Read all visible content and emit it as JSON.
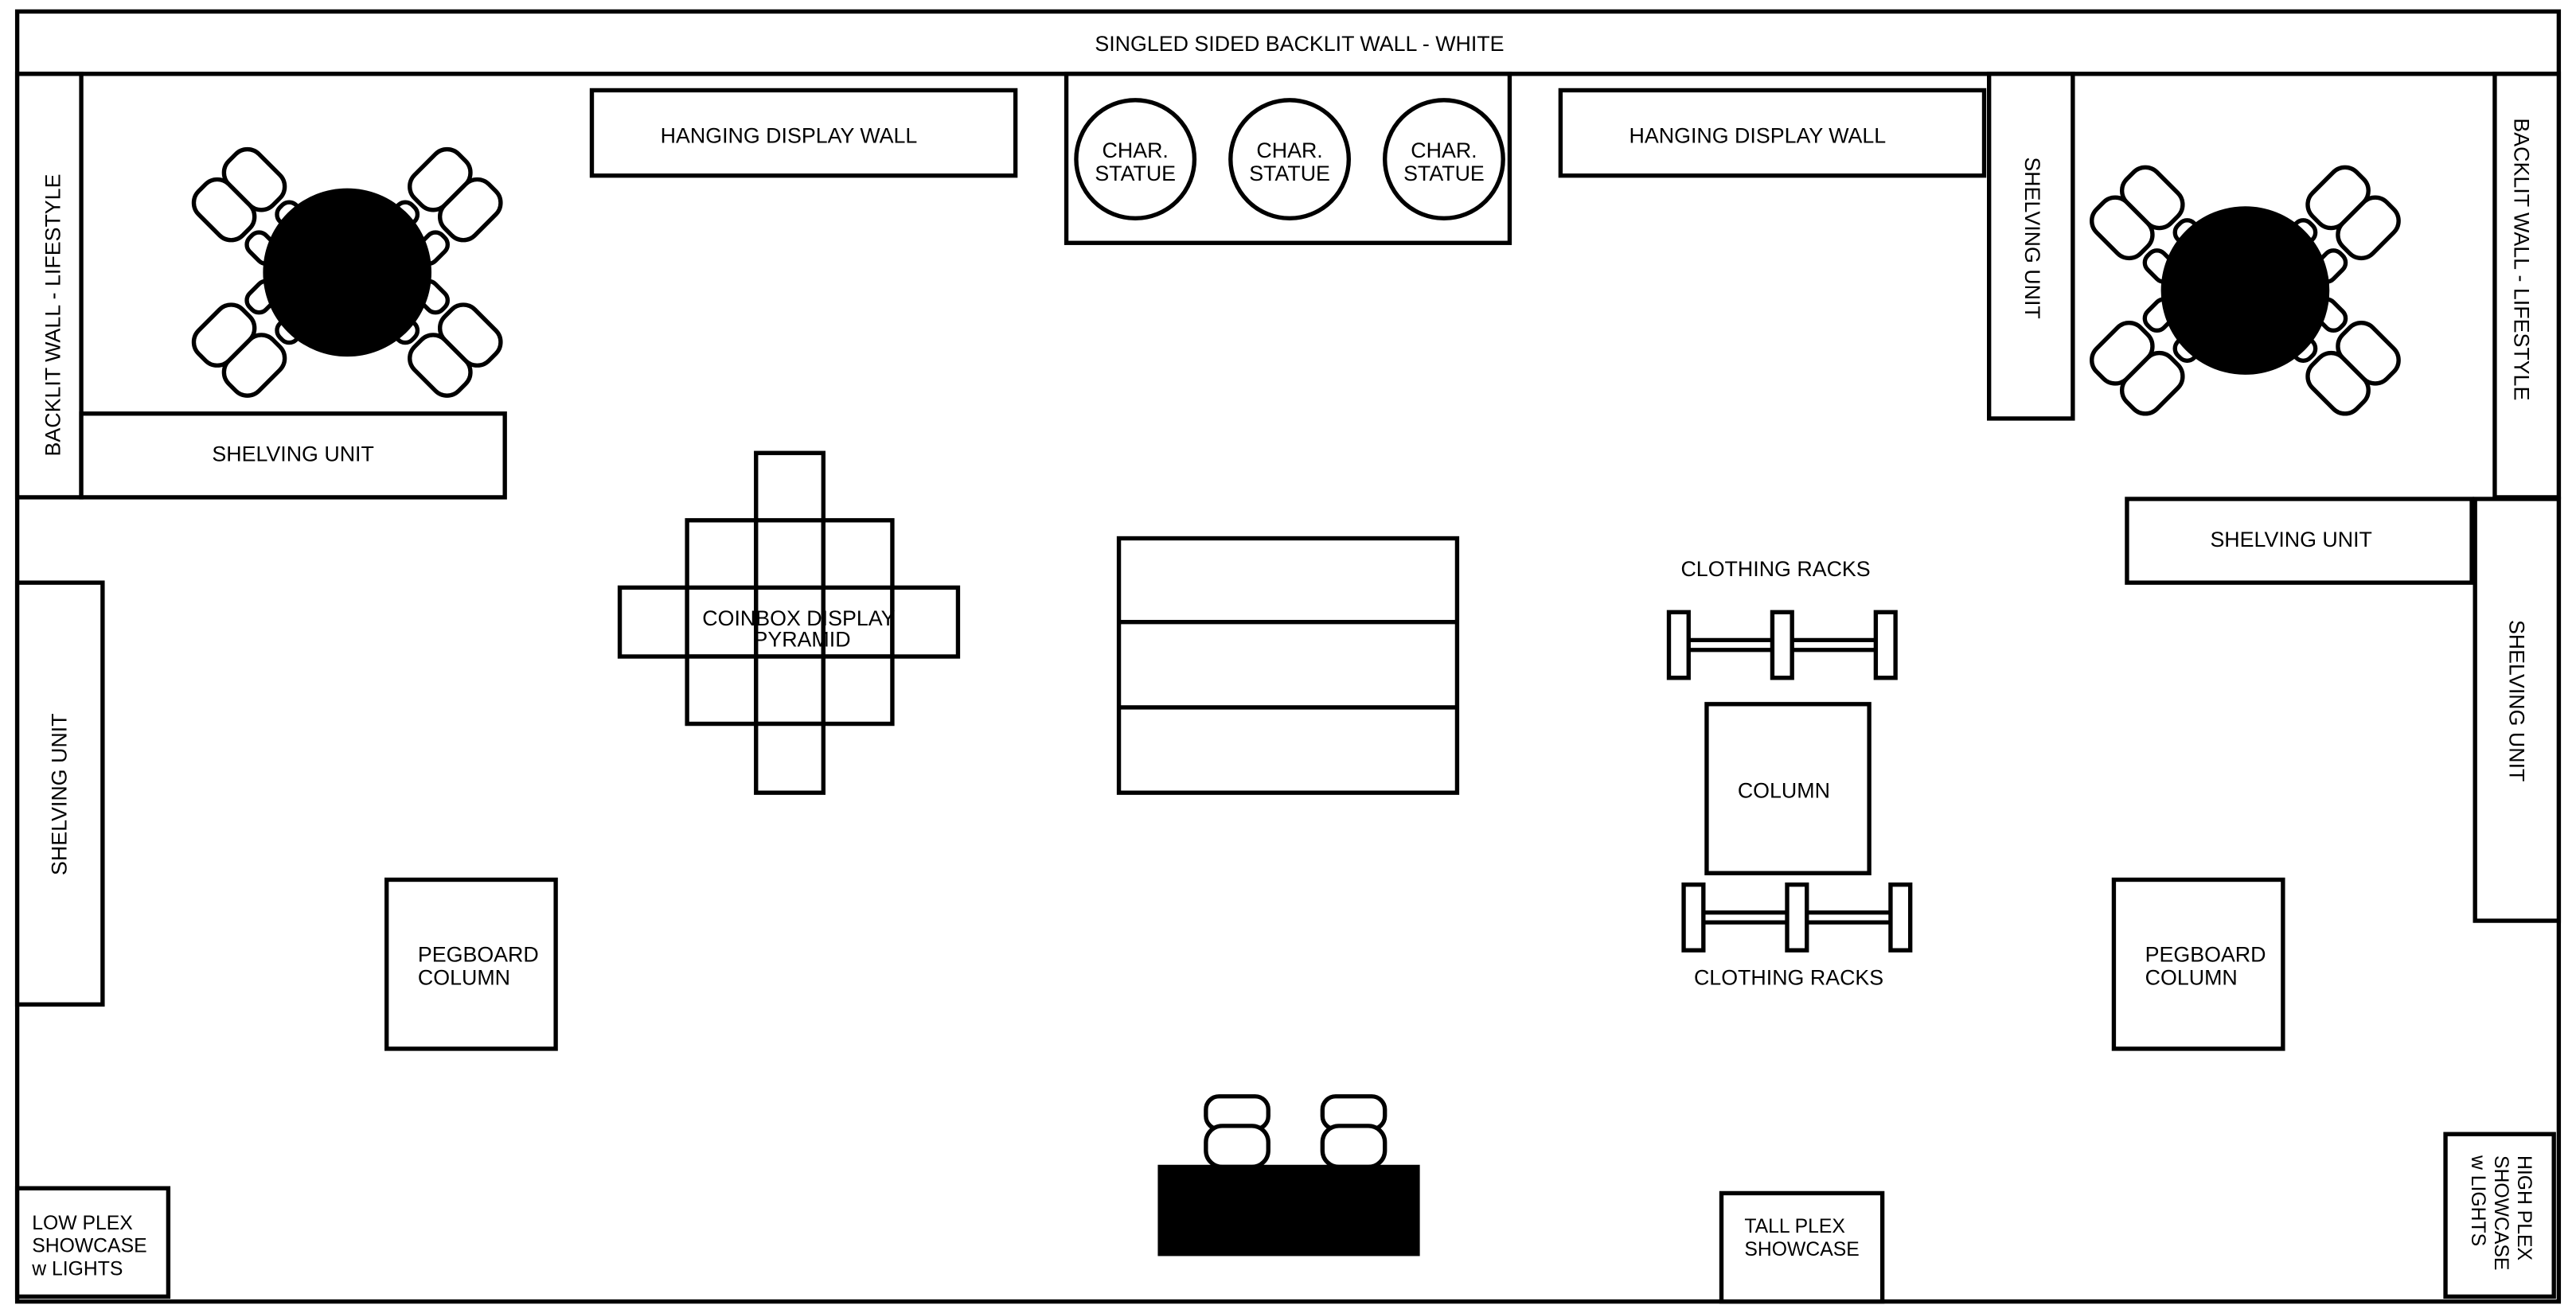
{
  "labels": {
    "top_wall": "SINGLED SIDED BACKLIT WALL - WHITE",
    "hanging_left": "HANGING DISPLAY WALL",
    "hanging_right": "HANGING DISPLAY WALL",
    "statue_line1": "CHAR.",
    "statue_line2": "STATUE",
    "backlit_left": "BACKLIT WALL - LIFESTYLE",
    "backlit_right": "BACKLIT WALL - LIFESTYLE",
    "shelving_top_left": "SHELVING UNIT",
    "shelving_top_right_vertical": "SHELVING UNIT",
    "shelving_right": "SHELVING UNIT",
    "shelving_right_vertical": "SHELVING UNIT",
    "shelving_left_vertical": "SHELVING UNIT",
    "coinbox_line1": "COINBOX DISPLAY",
    "coinbox_line2": "PYRAMID",
    "clothing_racks_top": "CLOTHING RACKS",
    "clothing_racks_bottom": "CLOTHING RACKS",
    "column": "COLUMN",
    "pegboard_line1": "PEGBOARD",
    "pegboard_line2": "COLUMN",
    "low_plex_line1": "LOW PLEX",
    "low_plex_line2": "SHOWCASE",
    "low_plex_line3": "w LIGHTS",
    "tall_plex_line1": "TALL PLEX",
    "tall_plex_line2": "SHOWCASE",
    "high_plex_line1": "HIGH PLEX",
    "high_plex_line2": "SHOWCASE",
    "high_plex_line3": "w LIGHTS"
  },
  "colors": {
    "stroke": "#000000",
    "fill": "#ffffff",
    "solid": "#000000"
  }
}
